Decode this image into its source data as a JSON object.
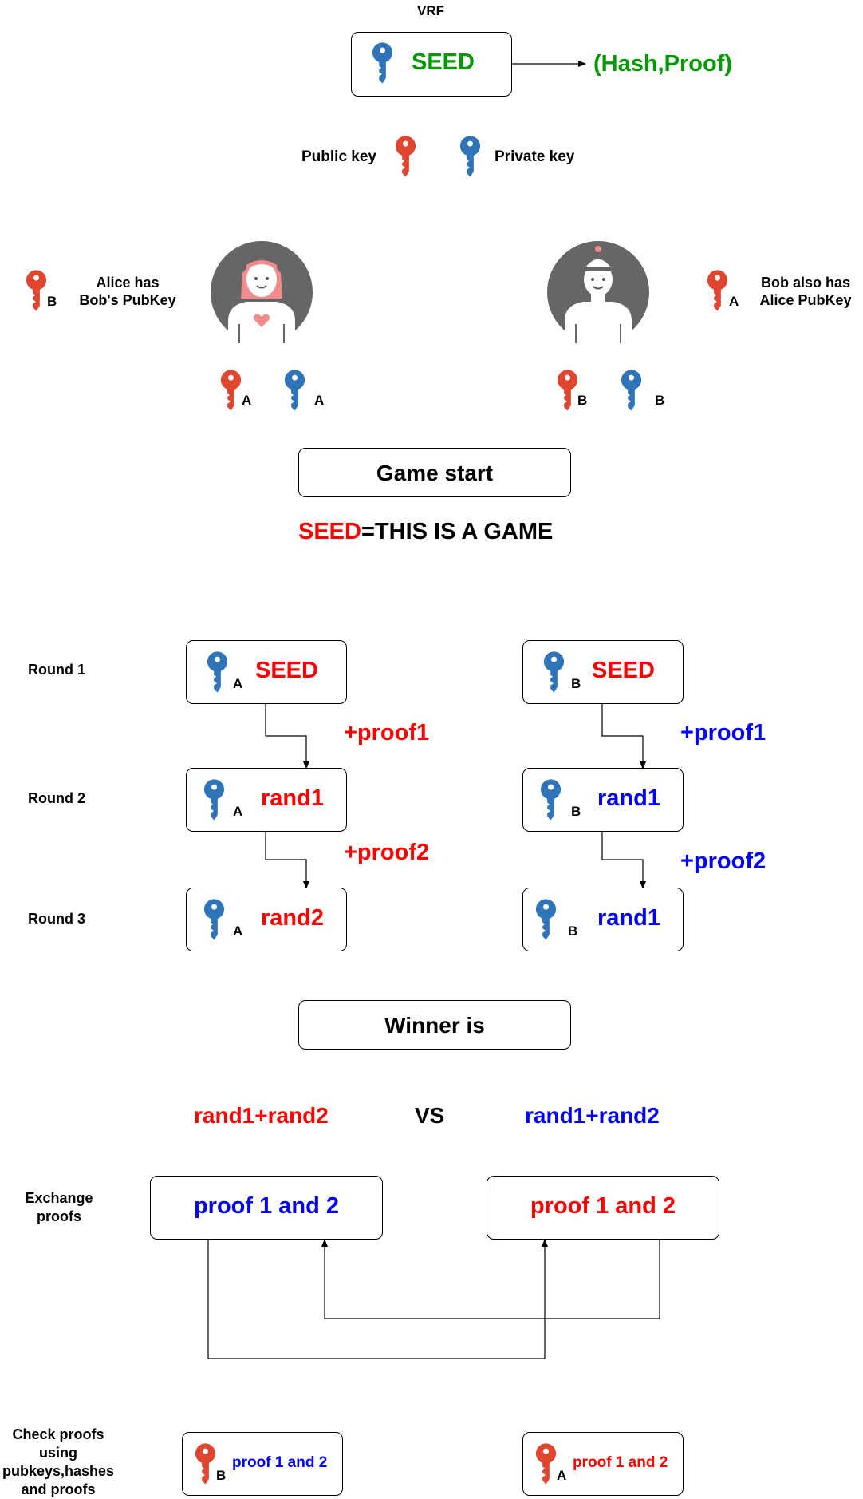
{
  "colors": {
    "red_text": "#ff0000",
    "blue_text": "#0000ff",
    "green_text": "#009900",
    "public_key": "#e0452f",
    "private_key": "#2f73b8",
    "avatar_bg": "#666666",
    "alice_hair": "#f08c8c",
    "heart": "#f08c8c"
  },
  "vrf": {
    "title": "VRF",
    "seed_label": "SEED",
    "output_label": "(Hash,Proof)"
  },
  "legend": {
    "public_key_label": "Public key",
    "private_key_label": "Private key"
  },
  "alice": {
    "note_line1": "Alice has",
    "note_line2": "Bob's PubKey",
    "held_key_letter": "B",
    "public_key_letter": "A",
    "private_key_letter": "A"
  },
  "bob": {
    "note_line1": "Bob also has",
    "note_line2": "Alice PubKey",
    "held_key_letter": "A",
    "public_key_letter": "B",
    "private_key_letter": "B"
  },
  "game_start": {
    "label": "Game start",
    "seed_word": "SEED",
    "seed_value": "=THIS IS A GAME"
  },
  "rounds": {
    "labels": [
      "Round 1",
      "Round 2",
      "Round 3"
    ],
    "alice": {
      "key_letter": "A",
      "values": [
        "SEED",
        "rand1",
        "rand2"
      ],
      "proofs": [
        "+proof1",
        "+proof2"
      ]
    },
    "bob": {
      "key_letter": "B",
      "values": [
        "SEED",
        "rand1",
        "rand1"
      ],
      "proofs": [
        "+proof1",
        "+proof2"
      ]
    }
  },
  "winner": {
    "label": "Winner is",
    "left_expr": "rand1+rand2",
    "vs": "VS",
    "right_expr": "rand1+rand2"
  },
  "exchange": {
    "label_line1": "Exchange",
    "label_line2": "proofs",
    "left_box": "proof 1 and 2",
    "right_box": "proof 1 and 2"
  },
  "check": {
    "label_line1": "Check proofs",
    "label_line2": "using",
    "label_line3": "pubkeys,hashes",
    "label_line4": "and proofs",
    "left_key_letter": "B",
    "left_text": "proof 1 and 2",
    "right_key_letter": "A",
    "right_text": "proof 1 and 2"
  }
}
